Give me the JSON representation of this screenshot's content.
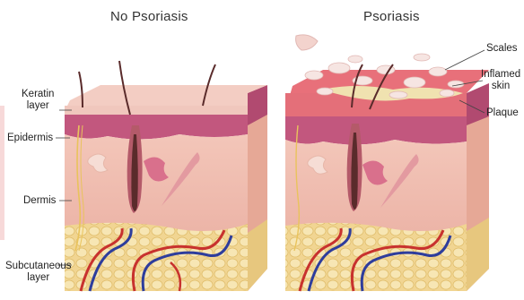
{
  "titles": {
    "left": "No Psoriasis",
    "right": "Psoriasis"
  },
  "left_labels": {
    "keratin": [
      "Keratin",
      "layer"
    ],
    "epidermis": "Epidermis",
    "dermis": "Dermis",
    "subcutaneous": [
      "Subcutaneous",
      "layer"
    ]
  },
  "right_labels": {
    "scales": "Scales",
    "inflamed": [
      "Inflamed",
      "skin"
    ],
    "plaque": "Plaque"
  },
  "colors": {
    "keratin": "#f2c9c0",
    "epidermis": "#c2577e",
    "dermis": "#f0bfb3",
    "fat": "#f3dca0",
    "inflamed": "#e8707a",
    "scale": "#f6e5e2",
    "artery": "#c8322e",
    "vein": "#2e3d9c"
  }
}
